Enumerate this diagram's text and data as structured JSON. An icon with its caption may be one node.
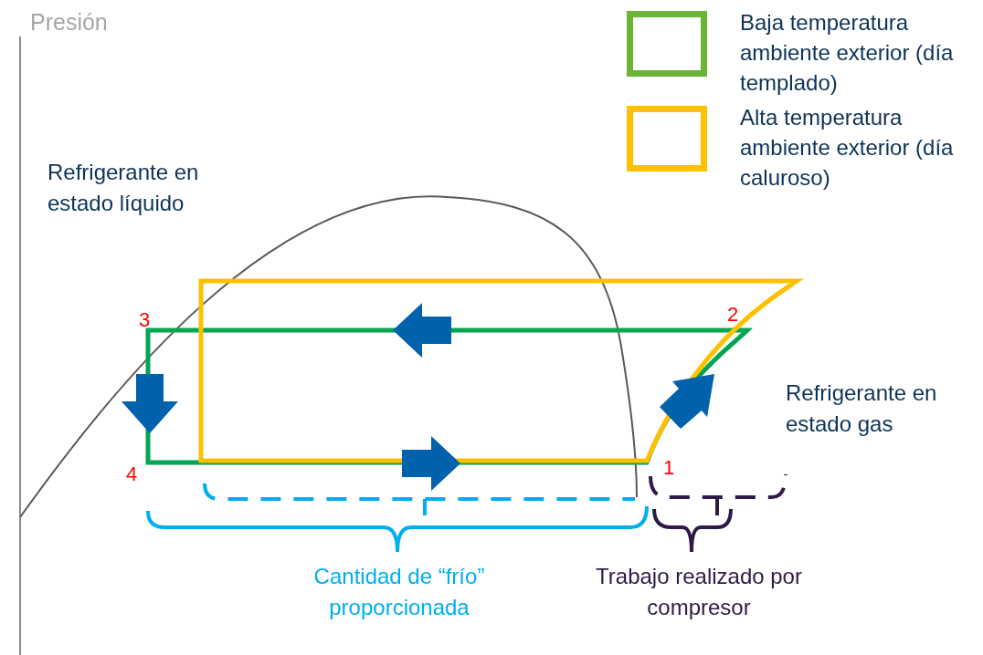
{
  "diagram": {
    "labels": [
      "Presión",
      "Refrigerante en estado líquido",
      "3",
      "2",
      "Refrigerante en estado gas",
      "4",
      "1",
      "Cantidad de “frío” proporcionada",
      "Trabajo realizado por compresor"
    ],
    "legend": [
      {
        "text": "Baja temperatura ambiente exterior (día templado)",
        "color": "#6ab534"
      },
      {
        "text": "Alta temperatura ambiente exterior (día caluroso)",
        "color": "#ffc000"
      }
    ]
  }
}
